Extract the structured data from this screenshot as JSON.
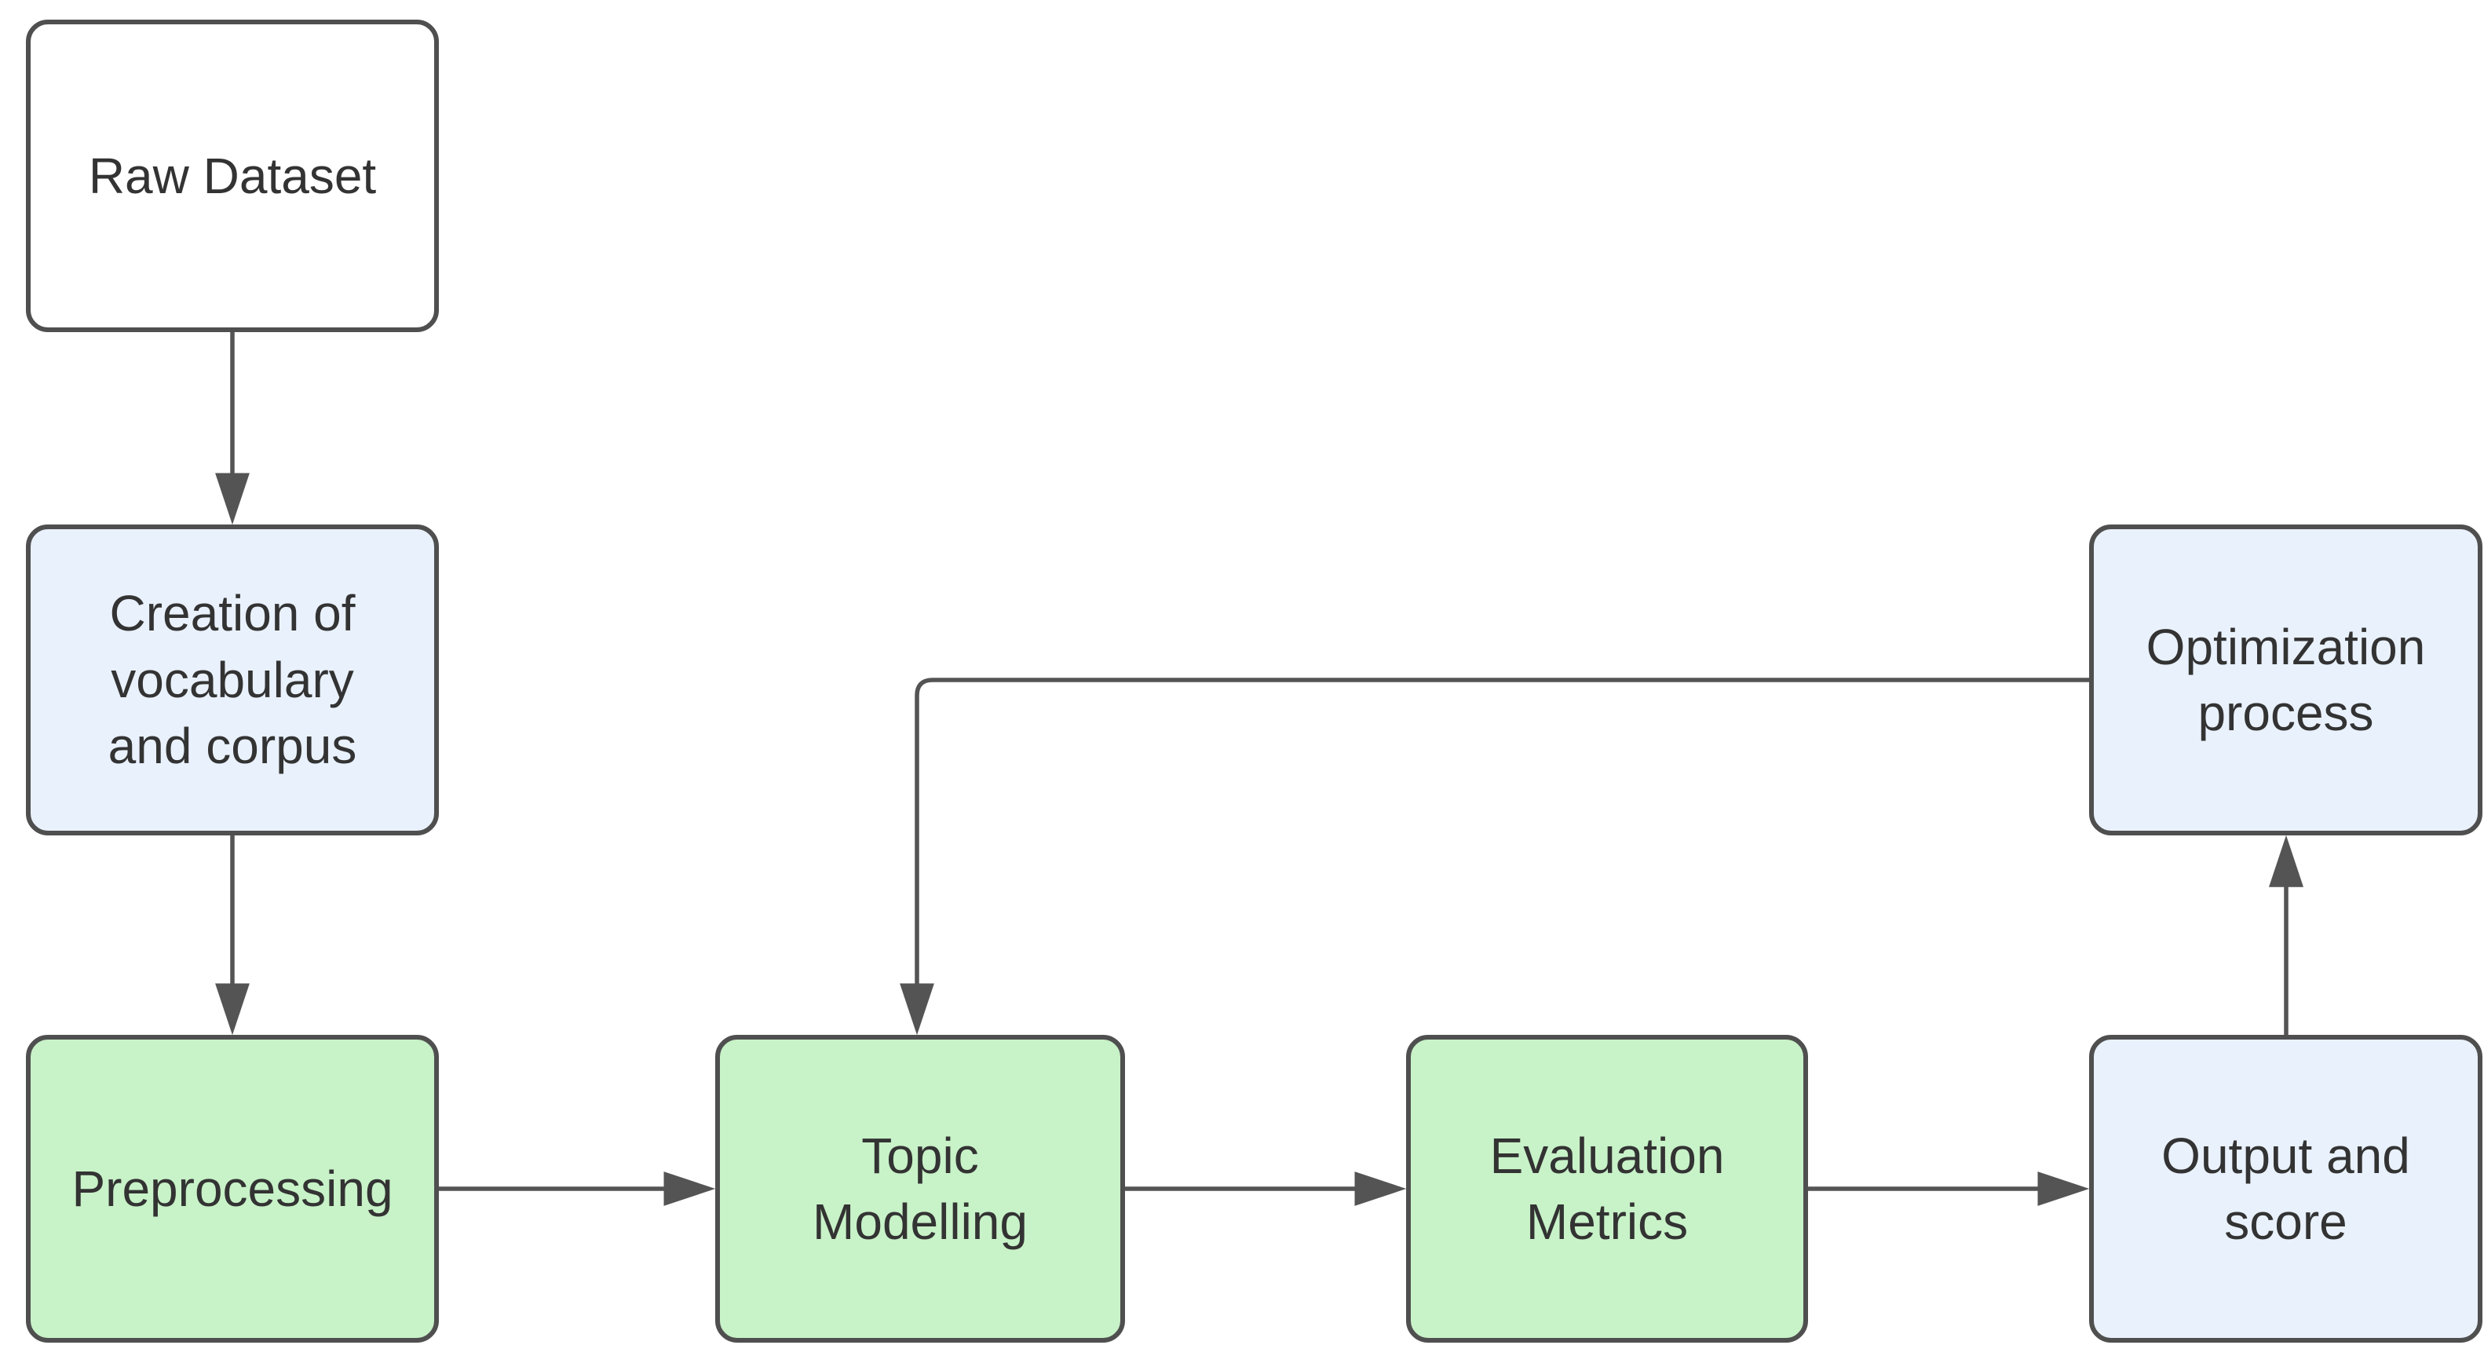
{
  "diagram": {
    "title": "Topic modelling pipeline flowchart",
    "colors": {
      "node_border": "#4f4f4f",
      "connector": "#545454",
      "text": "#333333",
      "fill_white": "#ffffff",
      "fill_blue": "#e9f1fc",
      "fill_green": "#c8f2c8"
    },
    "nodes": [
      {
        "id": "raw-dataset",
        "label": "Raw Dataset",
        "fill": "white"
      },
      {
        "id": "creation-vocab",
        "label": "Creation of\nvocabulary\nand corpus",
        "fill": "blue"
      },
      {
        "id": "preprocessing",
        "label": "Preprocessing",
        "fill": "green"
      },
      {
        "id": "topic-modelling",
        "label": "Topic\nModelling",
        "fill": "green"
      },
      {
        "id": "evaluation-metrics",
        "label": "Evaluation\nMetrics",
        "fill": "green"
      },
      {
        "id": "output-score",
        "label": "Output and\nscore",
        "fill": "blue"
      },
      {
        "id": "optimization-process",
        "label": "Optimization\nprocess",
        "fill": "blue"
      }
    ],
    "edges": [
      {
        "from": "raw-dataset",
        "to": "creation-vocab",
        "direction": "down"
      },
      {
        "from": "creation-vocab",
        "to": "preprocessing",
        "direction": "down"
      },
      {
        "from": "preprocessing",
        "to": "topic-modelling",
        "direction": "right"
      },
      {
        "from": "topic-modelling",
        "to": "evaluation-metrics",
        "direction": "right"
      },
      {
        "from": "evaluation-metrics",
        "to": "output-score",
        "direction": "right"
      },
      {
        "from": "output-score",
        "to": "optimization-process",
        "direction": "up"
      },
      {
        "from": "optimization-process",
        "to": "topic-modelling",
        "direction": "left-then-down (feedback loop)"
      }
    ]
  }
}
